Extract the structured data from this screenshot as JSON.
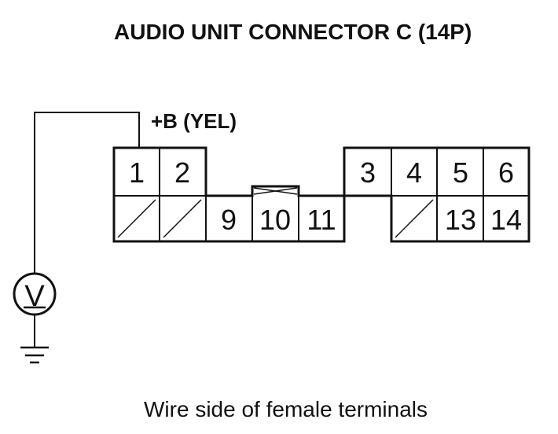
{
  "diagram": {
    "title": "AUDIO UNIT CONNECTOR C (14P)",
    "wire_label": "+B (YEL)",
    "caption": "Wire side of female terminals",
    "meter_symbol": "V",
    "pins": [
      "1",
      "2",
      "3",
      "4",
      "5",
      "6",
      "9",
      "10",
      "11",
      "13",
      "14"
    ]
  }
}
